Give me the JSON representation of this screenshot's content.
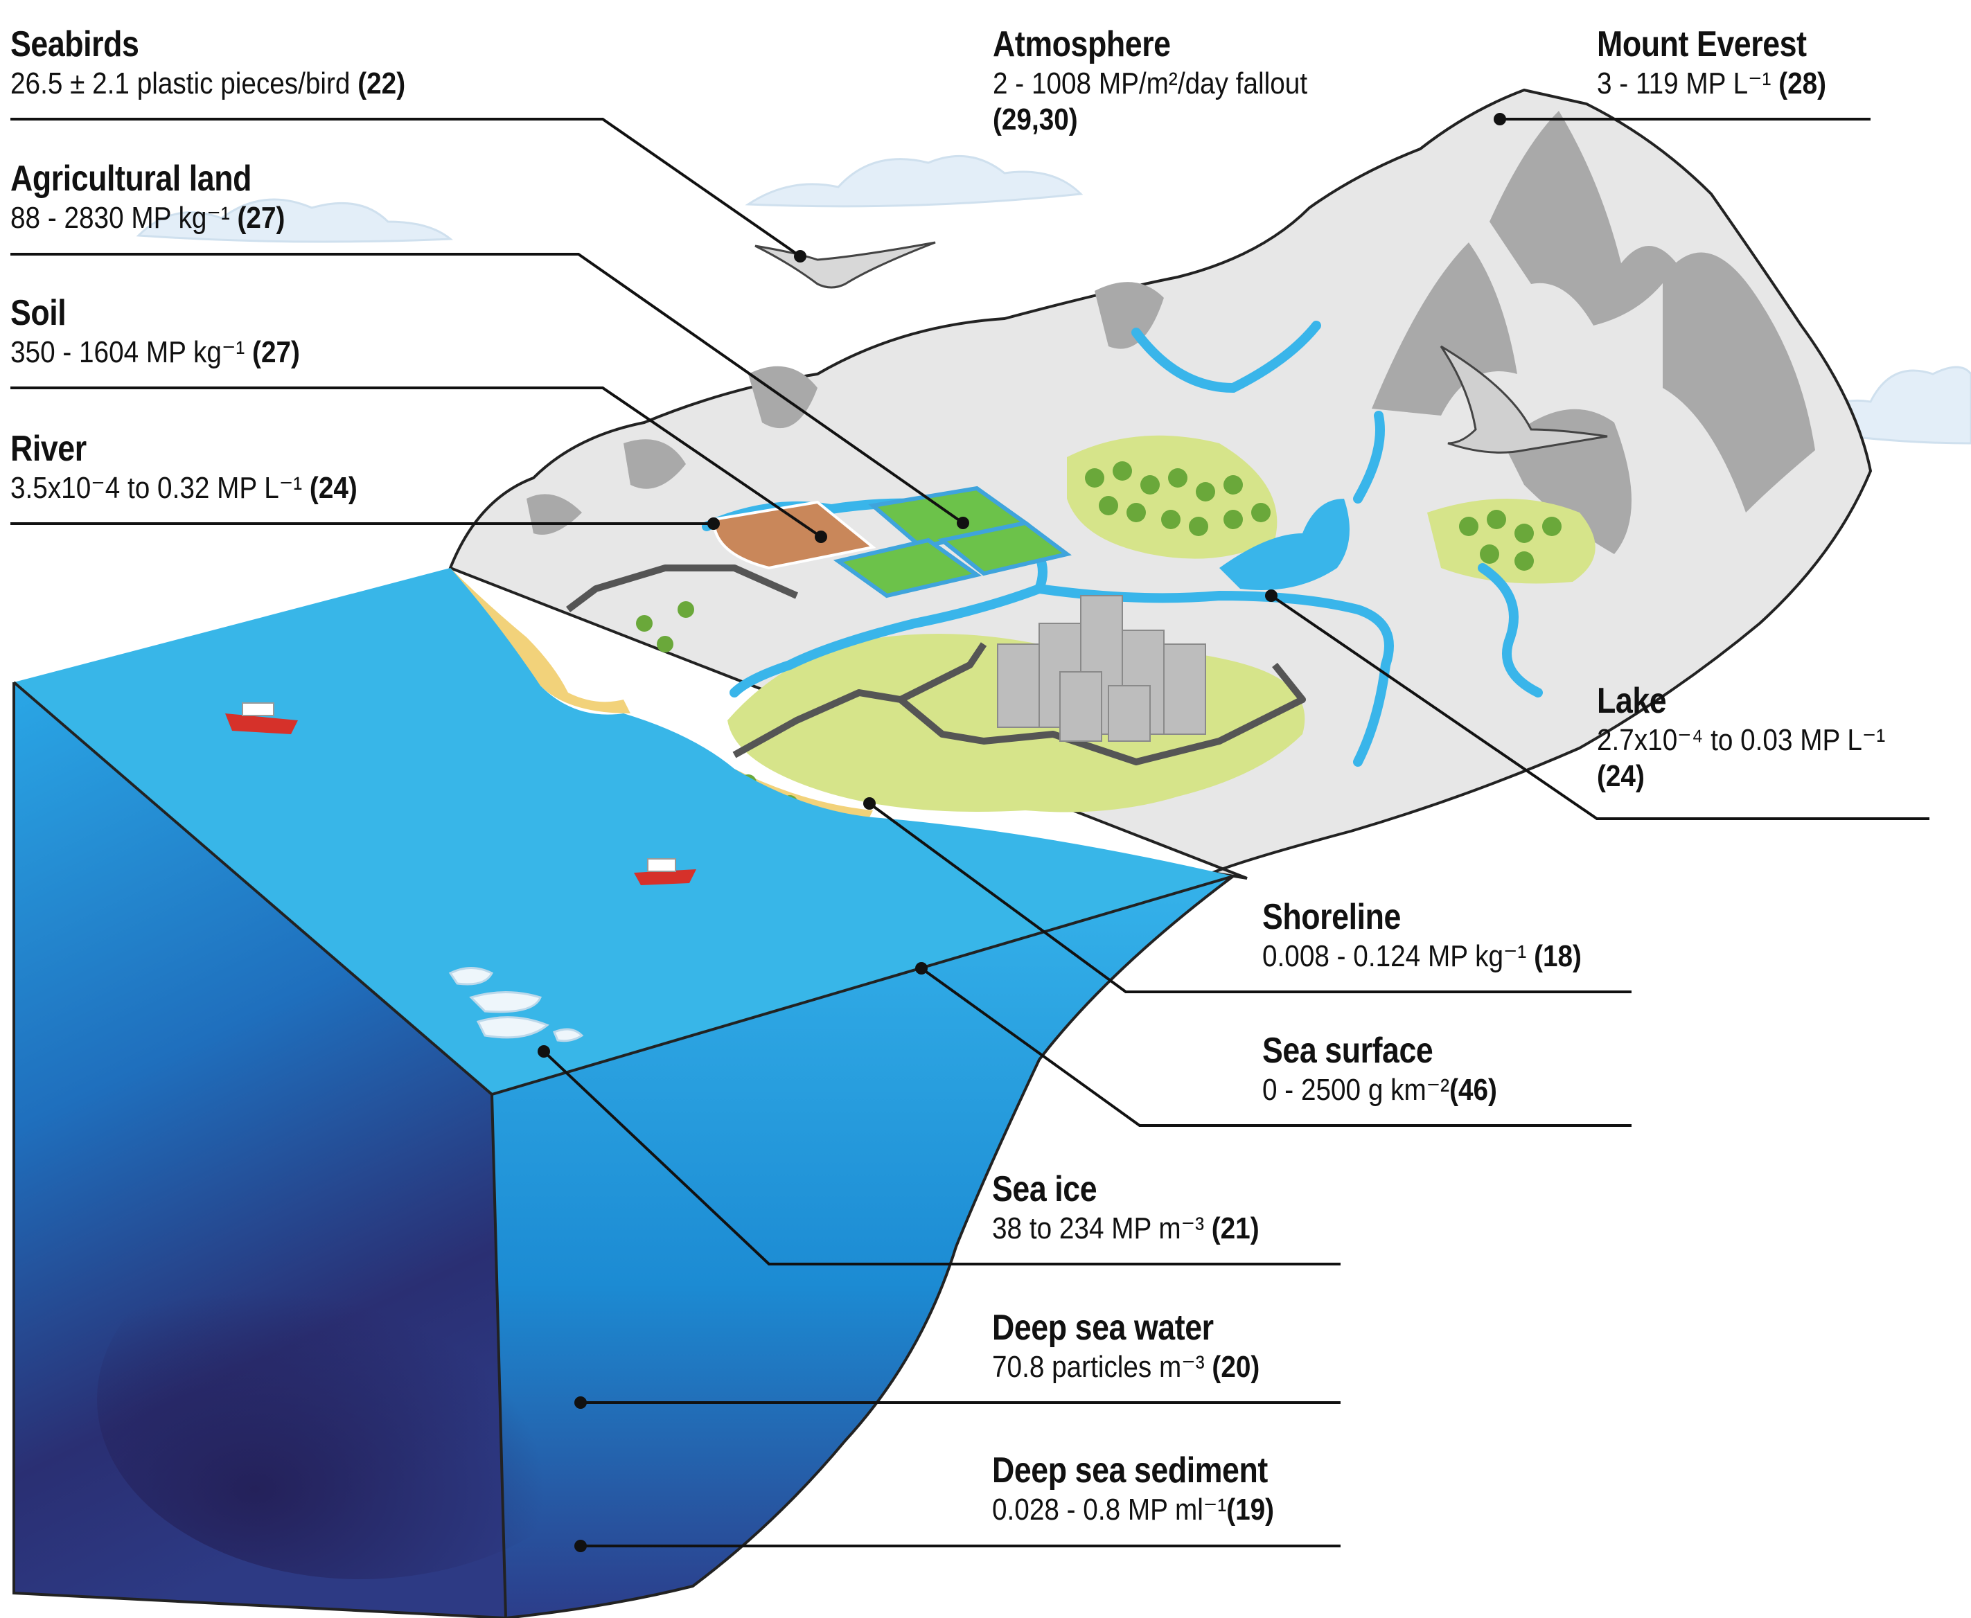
{
  "labels": {
    "seabirds": {
      "title": "Seabirds",
      "value": "26.5 ± 2.1 plastic pieces/bird",
      "ref": "(22)"
    },
    "atmosphere": {
      "title": "Atmosphere",
      "value": "2 - 1008 MP/m²/day fallout",
      "ref": "(29,30)"
    },
    "everest": {
      "title": "Mount Everest",
      "value": "3 - 119 MP L⁻¹",
      "ref": "(28)"
    },
    "agricultural": {
      "title": "Agricultural land",
      "value": "88 - 2830 MP kg⁻¹",
      "ref": "(27)"
    },
    "soil": {
      "title": "Soil",
      "value": "350 - 1604 MP kg⁻¹",
      "ref": "(27)"
    },
    "river": {
      "title": "River",
      "value": "3.5x10⁻4  to 0.32 MP L⁻¹",
      "ref": "(24)"
    },
    "lake": {
      "title": "Lake",
      "value": "2.7x10⁻⁴ to 0.03 MP L⁻¹",
      "ref": "(24)"
    },
    "shoreline": {
      "title": "Shoreline",
      "value": "0.008 - 0.124 MP kg⁻¹",
      "ref": "(18)"
    },
    "sea_surface": {
      "title": "Sea surface",
      "value": "0 - 2500 g km⁻²",
      "ref": "(46)"
    },
    "sea_ice": {
      "title": "Sea ice",
      "value": "38 to 234 MP m⁻³",
      "ref": "(21)"
    },
    "deep_water": {
      "title": "Deep sea water",
      "value": "70.8 particles m⁻³",
      "ref": "(20)"
    },
    "deep_sediment": {
      "title": "Deep sea sediment",
      "value": "0.028 - 0.8 MP ml⁻¹",
      "ref": "(19)"
    }
  },
  "colors": {
    "ocean_top": "#38b6e8",
    "ocean_deep": "#2a2760",
    "land": "#e6e6e6",
    "mountain": "#a8a8a8",
    "grass": "#d6e48a",
    "field": "#6cc24a",
    "soil": "#c9875a",
    "sand": "#f2d27a",
    "river": "#39b5ea"
  }
}
